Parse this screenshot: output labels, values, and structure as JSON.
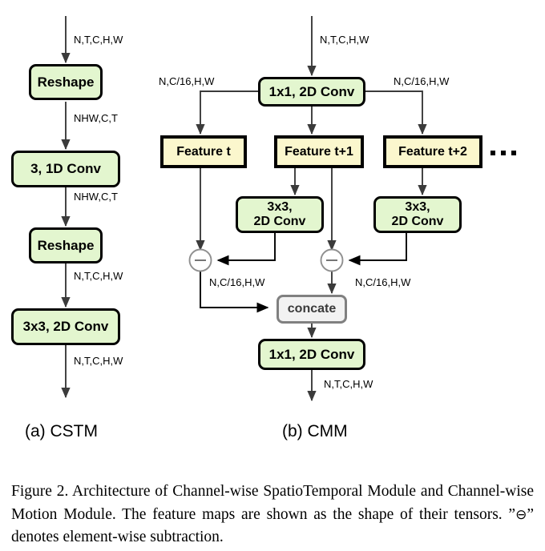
{
  "figure": {
    "caption_part1": "Figure 2. Architecture of Channel-wise SpatioTemporal Module and Channel-wise Motion Module. The feature maps are shown as the shape of their tensors. ”",
    "caption_minus": "⊖",
    "caption_part2": "” denotes element-wise subtraction."
  },
  "panels": [
    {
      "id": "a",
      "subcaption": "(a) CSTM"
    },
    {
      "id": "b",
      "subcaption": "(b) CMM"
    }
  ],
  "cstm": {
    "nodes": [
      {
        "key": "reshape1",
        "label": "Reshape",
        "style": "green"
      },
      {
        "key": "conv1d",
        "label": "3,  1D Conv",
        "style": "green"
      },
      {
        "key": "reshape2",
        "label": "Reshape",
        "style": "green"
      },
      {
        "key": "conv2d",
        "label": "3x3,  2D Conv",
        "style": "green"
      }
    ],
    "edge_labels": [
      {
        "key": "in",
        "text": "N,T,C,H,W"
      },
      {
        "key": "e1",
        "text": "NHW,C,T"
      },
      {
        "key": "e2",
        "text": "NHW,C,T"
      },
      {
        "key": "e3",
        "text": "N,T,C,H,W"
      },
      {
        "key": "out",
        "text": "N,T,C,H,W"
      }
    ]
  },
  "cmm": {
    "nodes": [
      {
        "key": "conv1x1_top",
        "label": "1x1, 2D Conv",
        "style": "green"
      },
      {
        "key": "feature_t",
        "label": "Feature t",
        "style": "yellow"
      },
      {
        "key": "feature_t1",
        "label": "Feature t+1",
        "style": "yellow"
      },
      {
        "key": "feature_t2",
        "label": "Feature t+2",
        "style": "yellow"
      },
      {
        "key": "conv3x3_a_l1",
        "label": "3x3,",
        "label2": "2D Conv",
        "style": "green"
      },
      {
        "key": "conv3x3_b_l1",
        "label": "3x3,",
        "label2": "2D Conv",
        "style": "green"
      },
      {
        "key": "concate",
        "label": "concate",
        "style": "gray"
      },
      {
        "key": "conv1x1_bot",
        "label": "1x1, 2D Conv",
        "style": "green"
      }
    ],
    "edge_labels": [
      {
        "key": "in",
        "text": "N,T,C,H,W"
      },
      {
        "key": "branch_l",
        "text": "N,C/16,H,W"
      },
      {
        "key": "branch_r",
        "text": "N,C/16,H,W"
      },
      {
        "key": "sub_l",
        "text": "N,C/16,H,W"
      },
      {
        "key": "sub_r",
        "text": "N,C/16,H,W"
      },
      {
        "key": "out",
        "text": "N,T,C,H,W"
      }
    ],
    "operators": [
      {
        "key": "subtract_left",
        "symbol": "−"
      },
      {
        "key": "subtract_right",
        "symbol": "−"
      }
    ],
    "ellipsis": "•••"
  },
  "colors": {
    "box_green_fill": "#e3f6cf",
    "box_yellow_fill": "#fbf7cd",
    "box_gray_fill": "#f2f2f2",
    "box_gray_border": "#808080",
    "box_border": "#000000",
    "arrow": "#3b3b3b",
    "operator_border": "#8f8f8f",
    "background": "#ffffff"
  }
}
